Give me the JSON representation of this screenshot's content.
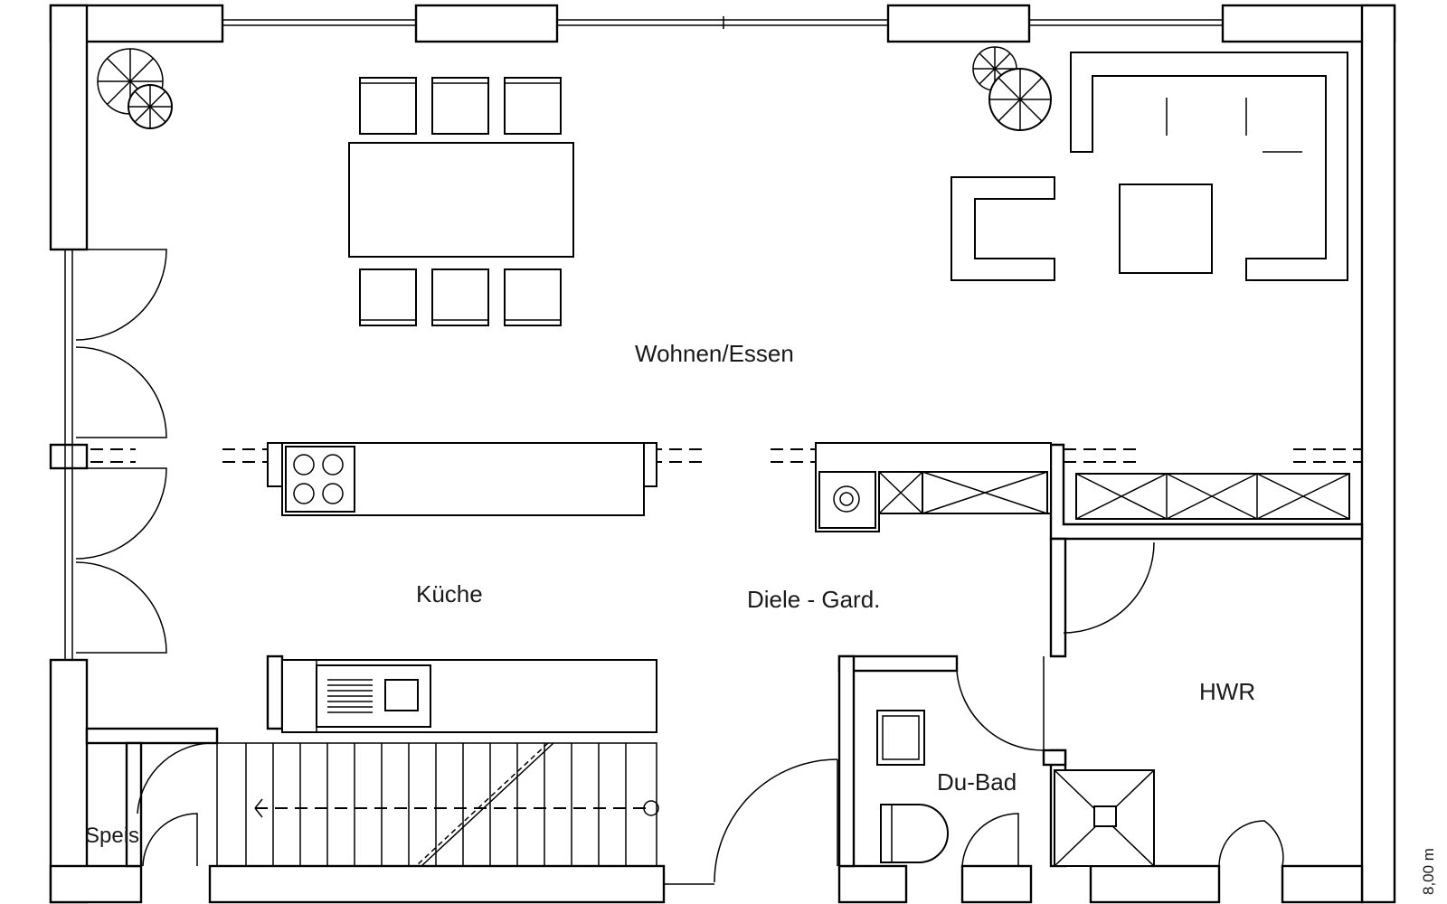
{
  "rooms": {
    "wohnen_essen": "Wohnen/Essen",
    "kueche": "Küche",
    "diele": "Diele - Gard.",
    "hwr": "HWR",
    "du_bad": "Du-Bad",
    "speis": "Speis"
  },
  "dimension": {
    "width_label": "8,00 m"
  }
}
